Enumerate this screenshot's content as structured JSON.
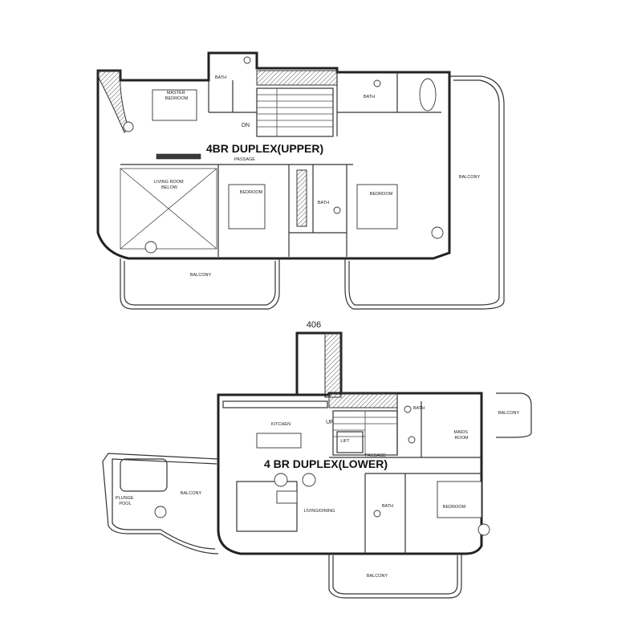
{
  "upper": {
    "title": "4BR DUPLEX(UPPER)",
    "rooms": {
      "master_bedroom": "MASTER\nBEDROOM",
      "bath_1": "BATH",
      "bath_2": "BATH",
      "bath_3": "BATH",
      "dn": "DN",
      "passage": "PASSAGE",
      "living_below": "LIVING ROOM\nBELOW",
      "bedroom_1": "BEDROOM",
      "bedroom_2": "BEDROOM",
      "balcony_right": "BALCONY",
      "balcony_bottom": "BALCONY"
    }
  },
  "lower": {
    "title": "4 BR DUPLEX(LOWER)",
    "unit_number": "406",
    "rooms": {
      "kitchen": "KITCHEN",
      "up": "UP",
      "passage": "PASSAGE",
      "lift": "LIFT",
      "bath_1": "BATH",
      "bath_2": "BATH",
      "maids_room": "MAIDS\nROOM",
      "balcony_topright": "BALCONY",
      "plunge_pool": "PLUNGE\nPOOL",
      "balcony_left": "BALCONY",
      "living_dining": "LIVING/DINING",
      "bedroom": "BEDROOM",
      "balcony_bottom": "BALCONY"
    }
  }
}
